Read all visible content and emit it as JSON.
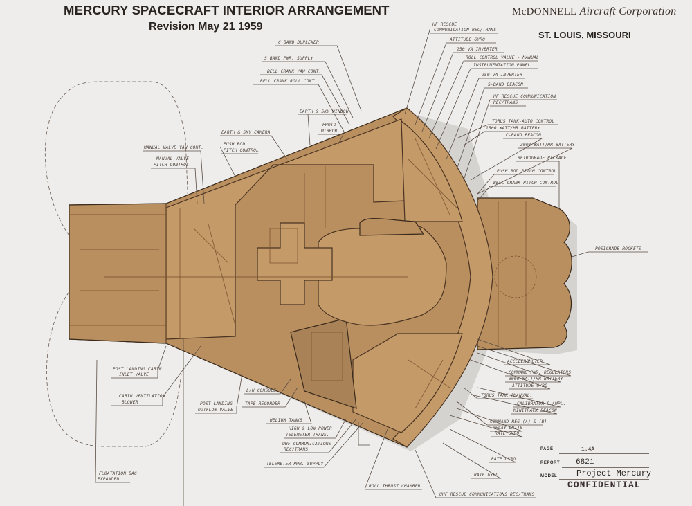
{
  "header": {
    "title": "MERCURY SPACECRAFT INTERIOR ARRANGEMENT",
    "subtitle": "Revision May 21 1959",
    "company_name": "McDONNELL",
    "company_script": "Aircraft Corporation",
    "company_city": "ST. LOUIS, MISSOURI"
  },
  "labels": {
    "c_band_duplexer": "C BAND DUPLEXER",
    "s_band_pwr_supply": "S BAND PWR. SUPPLY",
    "bell_crank_yaw": "BELL CRANK YAW CONT.",
    "bell_crank_roll": "BELL CRANK ROLL CONT.",
    "earth_sky_window": "EARTH & SKY WINDOW",
    "photo_mirror_1": "PHOTO",
    "photo_mirror_2": "MIRROR",
    "earth_sky_camera": "EARTH & SKY CAMERA",
    "push_rod_1": "PUSH ROD",
    "push_rod_2": "PITCH CONTROL",
    "manual_valve_yaw": "MANUAL VALVE YAW CONT.",
    "manual_valve_pitch_1": "MANUAL VALVE",
    "manual_valve_pitch_2": "PITCH CONTROL",
    "hf_rescue_1": "HF RESCUE",
    "hf_rescue_2": "COMMUNICATION REC/TRANS",
    "attitude_gyro_top": "ATTITUDE GYRO",
    "inverter_250_a": "250 VA INVERTER",
    "roll_control_valve": "ROLL CONTROL VALVE - MANUAL",
    "instrumentation_panel": "INSTRUMENTATION PANEL",
    "inverter_250_b": "250 VA INVERTER",
    "s_band_beacon": "S-BAND BEACON",
    "hf_rescue_comm_1": "HF RESCUE COMMUNICATION",
    "hf_rescue_comm_2": "REC/TRANS",
    "torus_auto": "TORUS TANK-AUTO CONTROL",
    "battery_1500": "1500 WATT/HR BATTERY",
    "c_band_beacon": "C-BAND BEACON",
    "battery_3000_top": "3000 WATT/HR BATTERY",
    "retrograde_package": "RETROGRADE PACKAGE",
    "push_rod_pitch_right": "PUSH ROD PITCH CONTROL",
    "bell_crank_pitch": "BELL CRANK PITCH CONTROL",
    "posigrade_rockets": "POSIGRADE ROCKETS",
    "accelerometer": "ACCELEROMETER",
    "command_pwr_regulators": "COMMAND PWR. REGULATORS",
    "battery_3000_bottom": "3000 WATT/HR BATTERY",
    "attitude_gyro_bottom": "ATTITUDE GYRO",
    "torus_manual": "TORUS TANK (MANUAL)",
    "calibrator": "CALIBRATOR & AMPL.",
    "minitrack_beacon": "MINITRACK BEACON",
    "command_reg": "COMMAND REG (A) & (B)",
    "relay_units": "RELAY UNITS",
    "rate_gyro_small": "RATE GYRO",
    "rate_gyro_a": "RATE GYRO",
    "rate_gyro_b": "RATE GYRO",
    "uhf_rescue": "UHF RESCUE COMMUNICATIONS REC/TRANS",
    "roll_thrust_chamber": "ROLL THRUST CHAMBER",
    "post_landing_inlet_1": "POST LANDING CABIN",
    "post_landing_inlet_2": "INLET VALVE",
    "cabin_vent_1": "CABIN VENTILATION",
    "cabin_vent_2": "BLOWER",
    "post_landing_outflow_1": "POST LANDING",
    "post_landing_outflow_2": "OUTFLOW VALVE",
    "lh_console": "L/H CONSOLE",
    "tape_recorder": "TAPE RECORDER",
    "helium_tanks": "HELIUM TANKS",
    "hi_lo_power_1": "HIGH & LOW POWER",
    "hi_lo_power_2": "TELEMETER TRANS.",
    "uhf_comm_1": "UHF COMMUNICATIONS",
    "uhf_comm_2": "REC/TRANS",
    "telemeter_pwr": "TELEMETER PWR. SUPPLY",
    "floatation_1": "FLOATATION BAG",
    "floatation_2": "EXPANDED"
  },
  "title_block": {
    "page_key": "PAGE",
    "page_value": "1.4A",
    "report_key": "REPORT",
    "report_value": "6821",
    "model_key": "MODEL",
    "model_value": "Project Mercury",
    "classification": "CONFIDENTIAL"
  }
}
